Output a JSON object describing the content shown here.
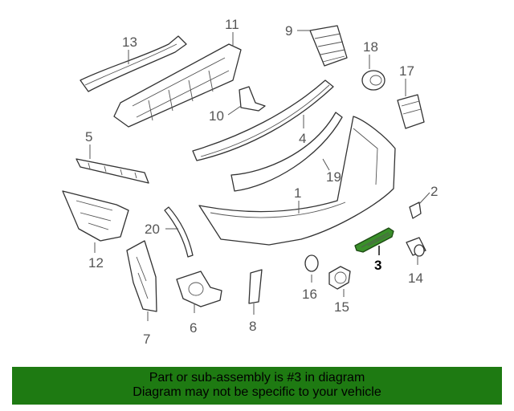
{
  "callouts": [
    {
      "id": "1",
      "label": "1"
    },
    {
      "id": "2",
      "label": "2"
    },
    {
      "id": "3",
      "label": "3",
      "highlighted": true
    },
    {
      "id": "4",
      "label": "4"
    },
    {
      "id": "5",
      "label": "5"
    },
    {
      "id": "6",
      "label": "6"
    },
    {
      "id": "7",
      "label": "7"
    },
    {
      "id": "8",
      "label": "8"
    },
    {
      "id": "9",
      "label": "9"
    },
    {
      "id": "10",
      "label": "10"
    },
    {
      "id": "11",
      "label": "11"
    },
    {
      "id": "12",
      "label": "12"
    },
    {
      "id": "13",
      "label": "13"
    },
    {
      "id": "14",
      "label": "14"
    },
    {
      "id": "15",
      "label": "15"
    },
    {
      "id": "16",
      "label": "16"
    },
    {
      "id": "17",
      "label": "17"
    },
    {
      "id": "18",
      "label": "18"
    },
    {
      "id": "19",
      "label": "19"
    },
    {
      "id": "20",
      "label": "20"
    }
  ],
  "banner": {
    "line1": "Part or sub-assembly is #3 in diagram",
    "line2": "Diagram may not be specific to your vehicle"
  },
  "colors": {
    "banner_background": "#1e7a12",
    "highlighted_part": "#3a8f2a"
  }
}
